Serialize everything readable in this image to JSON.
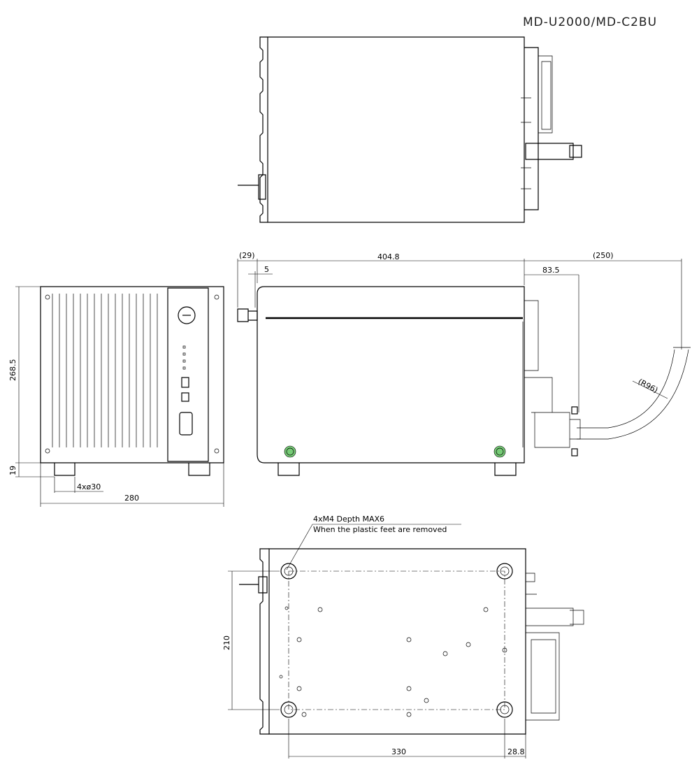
{
  "title": "MD-U2000/MD-C2BU",
  "front_view": {
    "height_dim": "268.5",
    "foot_height_dim": "19",
    "foot_dia_dim": "4xø30",
    "width_dim": "280"
  },
  "side_view": {
    "key_dim": "(29)",
    "length_dim": "404.8",
    "cable_dim": "(250)",
    "offset_dim": "5",
    "connector_dim": "83.5",
    "bend_radius": "(R96)"
  },
  "bottom_view": {
    "note_line1": "4xM4 Depth MAX6",
    "note_line2": "When the plastic feet are removed",
    "depth_dim": "210",
    "span_dim": "330",
    "edge_dim": "28.8"
  }
}
